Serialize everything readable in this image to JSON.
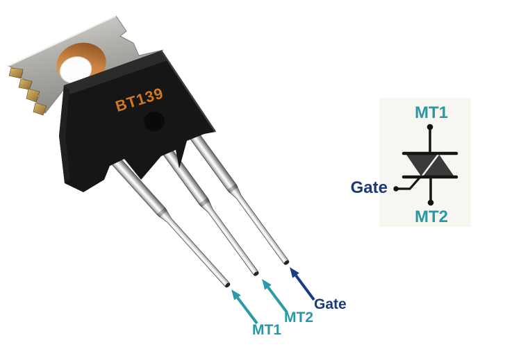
{
  "figure": {
    "subject": "BT139 triac pinout",
    "background_color": "#ffffff"
  },
  "photo": {
    "part_number": "BT139",
    "part_number_color": "#d2771e",
    "package": "TO-220",
    "pin_labels": [
      {
        "name": "MT1",
        "color": "#2997a5"
      },
      {
        "name": "MT2",
        "color": "#2997a5"
      },
      {
        "name": "Gate",
        "color": "#1a3a7c"
      }
    ]
  },
  "symbol": {
    "type": "triac-schematic-symbol",
    "terminals": {
      "top": "MT1",
      "bottom": "MT2",
      "left": "Gate"
    },
    "line_color": "#141414",
    "triangle_fill": "#3a3a3a"
  },
  "colors": {
    "teal_label": "#2997a5",
    "navy_label": "#1a3a7c",
    "orange_marking": "#d2771e",
    "body_black": "#161616",
    "tab_silver": "#b2b0ab",
    "hole_copper": "#c08040",
    "gold_edge": "#c9a050",
    "lead_silver": "#d8d8d8"
  }
}
